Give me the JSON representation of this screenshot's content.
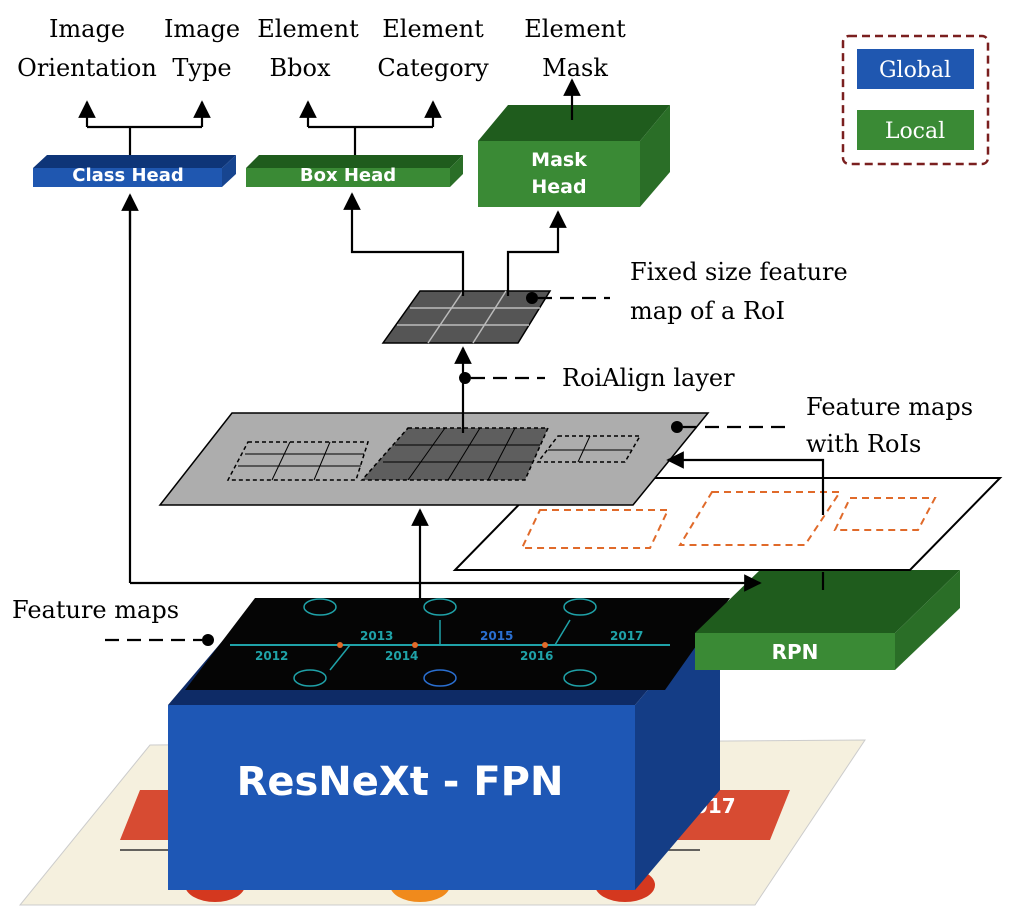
{
  "outputs": {
    "orientation": [
      "Image",
      "Orientation"
    ],
    "type": [
      "Image",
      "Type"
    ],
    "bbox": [
      "Element",
      "Bbox"
    ],
    "category": [
      "Element",
      "Category"
    ],
    "mask": [
      "Element",
      "Mask"
    ]
  },
  "heads": {
    "class_head": "Class Head",
    "box_head": "Box Head",
    "mask_head": [
      "Mask",
      "Head"
    ]
  },
  "legend": {
    "global": "Global",
    "local": "Local"
  },
  "annotations": {
    "fixed_size": [
      "Fixed size feature",
      "map of a RoI"
    ],
    "roialign": "RoiAlign layer",
    "feature_maps_rois": [
      "Feature maps",
      "with RoIs"
    ],
    "feature_maps": "Feature maps"
  },
  "backbone": "ResNeXt - FPN",
  "rpn": "RPN",
  "infographic": {
    "top_years": [
      "2013",
      "2015",
      "2017"
    ],
    "bottom_years": [
      "2012",
      "2014",
      "2016"
    ],
    "base_year": "2017"
  },
  "colors": {
    "global": "#1f56a8",
    "local": "#2d7a2a",
    "roi_dashed": "#e06a2a",
    "grid_gray": "#aaaaaa",
    "black": "#000000"
  }
}
